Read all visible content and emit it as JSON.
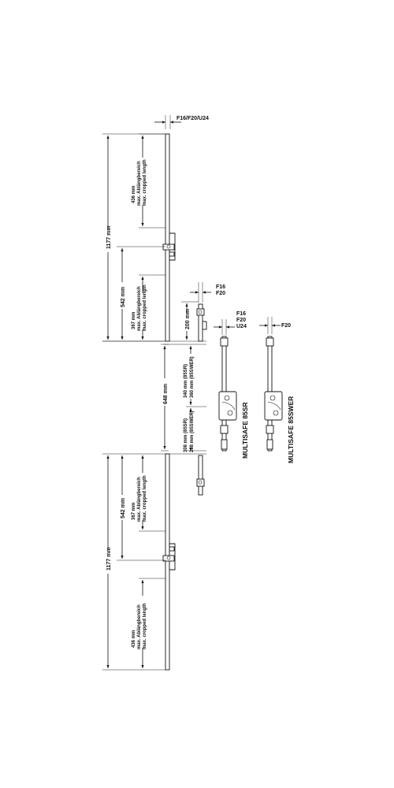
{
  "labels": {
    "profile_top": "F16/F20/U24",
    "total_top": "1177 mm",
    "crop1_mm": "436 mm",
    "crop1_de": "max. Ablängbereich",
    "crop1_en": "max. cropped length",
    "d542_top": "542 mm",
    "crop2_mm": "367 mm",
    "crop2_de": "max. Ablängbereich",
    "crop2_en": "max. cropped length",
    "d200": "200 mm",
    "f16": "F16",
    "f20_a": "F20",
    "f16_b": "F16",
    "f20_b": "F20",
    "u24": "U24",
    "f20_c": "F20",
    "d648": "648 mm",
    "mid_top_1": "340 mm (85SR)",
    "mid_top_2": "360 mm (85SWER)",
    "mid_bot_1": "308 mm (85SR)",
    "mid_bot_2": "288 mm (85SWER)",
    "product_1": "MULTISAFE 85SR",
    "product_2": "MULTISAFE 85SWER",
    "d542_bot": "542 mm",
    "crop3_mm": "367 mm",
    "crop3_de": "max. Ablängbereich",
    "crop3_en": "max. cropped length",
    "total_bot": "1177 mm",
    "crop4_mm": "436 mm",
    "crop4_de": "max. Ablängbereich",
    "crop4_en": "max. cropped length"
  }
}
